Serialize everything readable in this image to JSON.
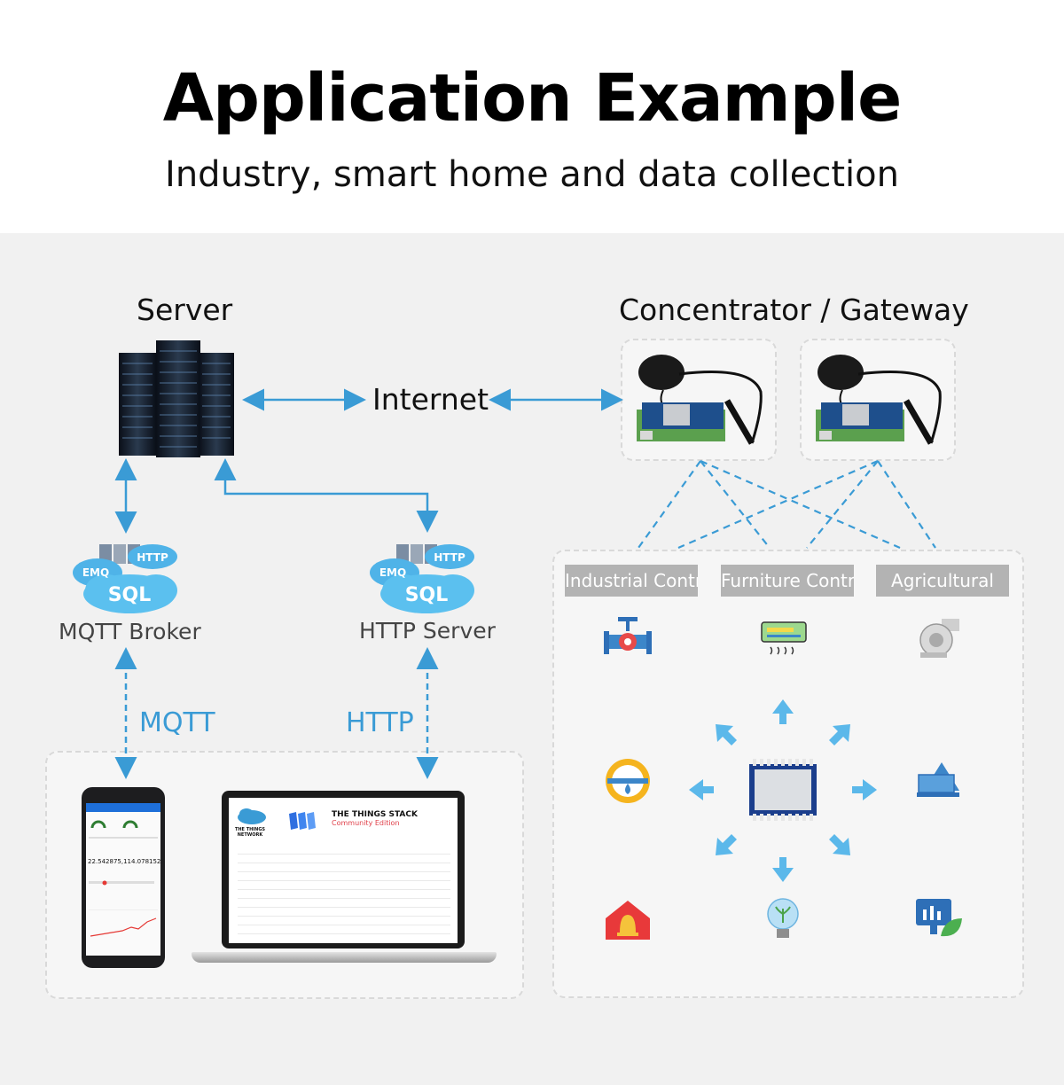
{
  "header": {
    "title": "Application Example",
    "subtitle": "Industry, smart home and data collection"
  },
  "labels": {
    "server": "Server",
    "gateway": "Concentrator / Gateway",
    "internet": "Internet",
    "mqtt_broker": "MQTT Broker",
    "http_server": "HTTP Server",
    "mqtt": "MQTT",
    "http": "HTTP"
  },
  "cloud": {
    "emq": "EMQ",
    "http": "HTTP",
    "sql": "SQL"
  },
  "categories": [
    "Industrial Control",
    "Furniture Control",
    "Agricultural"
  ],
  "laptop": {
    "brand_line1": "THE THINGS STACK",
    "brand_line2": "Community Edition",
    "network": "THE THINGS NETWORK"
  },
  "phone": {
    "reading": "22.542875,114.078152"
  },
  "colors": {
    "accent": "#3a9bd5",
    "category_bg": "#b3b3b3",
    "panel_bg": "#f1f1f1"
  }
}
